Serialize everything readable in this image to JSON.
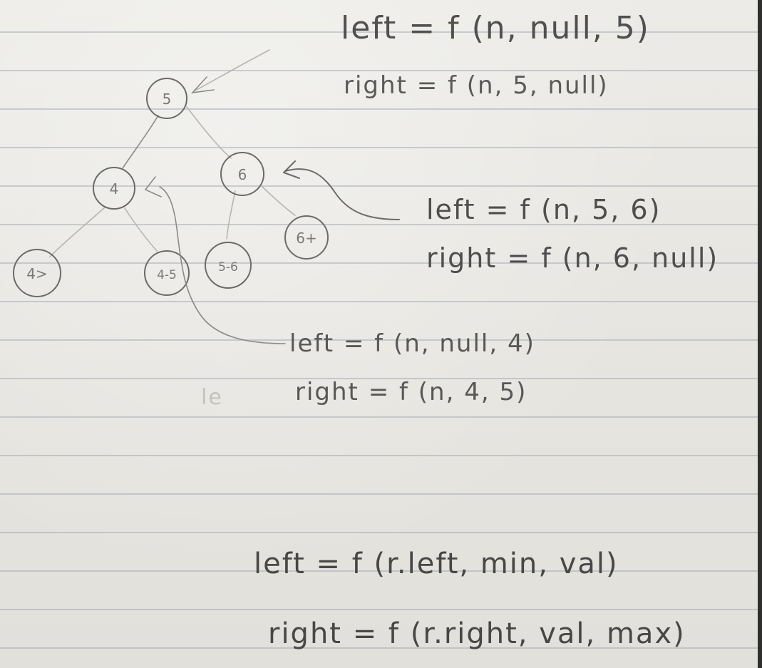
{
  "tree": {
    "nodes": [
      {
        "id": "n5",
        "label": "5"
      },
      {
        "id": "n4",
        "label": "4"
      },
      {
        "id": "n6",
        "label": "6"
      },
      {
        "id": "n4lt",
        "label": "4>"
      },
      {
        "id": "n4_5",
        "label": "4-5"
      },
      {
        "id": "n5_6",
        "label": "5-6"
      },
      {
        "id": "n6gt",
        "label": "6+"
      }
    ]
  },
  "annotations": {
    "root": {
      "left": "left = f (n, null, 5)",
      "right": "right = f (n, 5, null)"
    },
    "node6": {
      "left": "left = f (n, 5, 6)",
      "right": "right = f (n, 6, null)"
    },
    "node4": {
      "left": "left = f (n, null, 4)",
      "right": "right = f (n, 4, 5)",
      "stray": "le"
    },
    "general": {
      "left": "left = f (r.left, min, val)",
      "right": "right = f (r.right, val, max)"
    }
  }
}
